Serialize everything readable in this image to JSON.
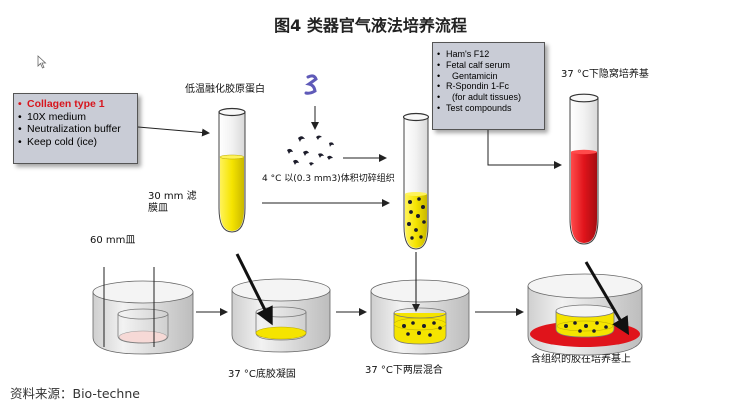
{
  "title": "图4 类器官气液法培养流程",
  "left_box": {
    "items": [
      "Collagen type 1",
      "10X medium",
      "Neutralization buffer",
      "Keep cold (ice)"
    ]
  },
  "right_box": {
    "items": [
      "Ham's F12",
      "Fetal calf serum",
      "Gentamicin",
      "R-Spondin 1-Fc",
      "(for adult tissues)",
      "Test compounds"
    ]
  },
  "labels": {
    "low_temp_collagen": "低温融化胶原蛋白",
    "dish_30mm_line1": "30 mm 滤",
    "dish_30mm_line2": "膜皿",
    "tissue_mince": "4 °C 以(0.3 mm3)体积切碎组织",
    "dish_60mm": "60 mm皿",
    "incubate_top": "37 °C下隐窝培养基",
    "step_bottom_gel": "37 °C底胶凝固",
    "step_two_layer": "37 °C下两层混合",
    "step_final": "含组织的胶在培养基上"
  },
  "source": "资料来源：Bio-techne",
  "colors": {
    "yellow": "#f5e400",
    "red": "#e0141b",
    "pink": "#f6d9d6",
    "box_bg": "#c9ccd6",
    "label_red": "#d7161e"
  }
}
